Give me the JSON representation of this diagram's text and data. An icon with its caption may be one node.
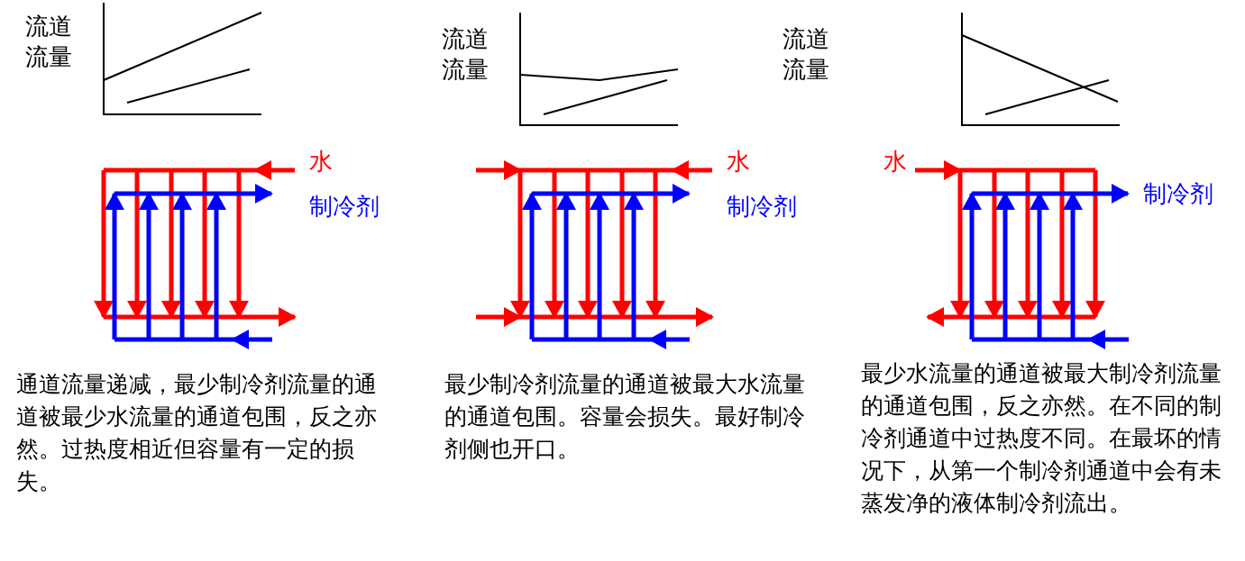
{
  "diagram": {
    "labels": [
      "流道流量",
      "水",
      "制冷剂",
      "通道流量递减，最少制冷剂流量的通道被最少水流量的通道包围，反之亦然。过热度相近但容量有一定的损失。",
      "流道流量",
      "水",
      "制冷剂",
      "最少制冷剂流量的通道被最大水流量的通道包围。容量会损失。最好制冷剂侧也开口。",
      "流道流量",
      "水",
      "制冷剂",
      "最少水流量的通道被最大制冷剂流量的通道包围，反之亦然。在不同的制冷剂通道中过热度不同。在最坏的情况下，从第一个制冷剂通道中会有未蒸发净的液体制冷剂流出。"
    ]
  }
}
